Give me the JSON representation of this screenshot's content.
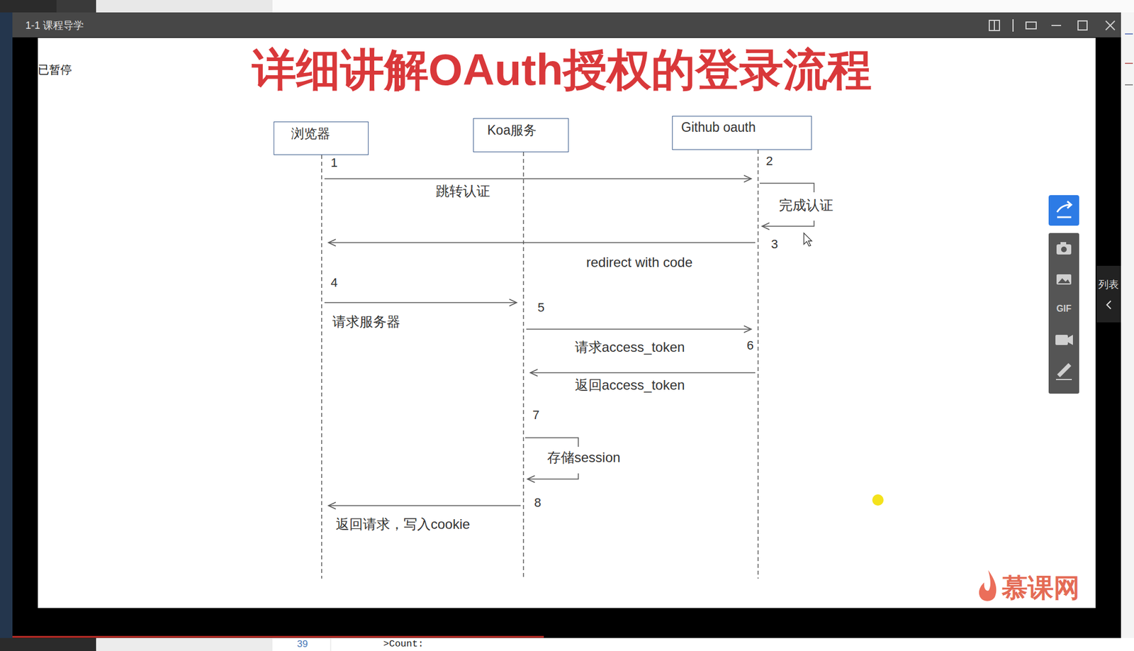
{
  "diagram": {
    "title": "详细讲解OAuth授权的登录流程",
    "nodes": [
      {
        "text": [
          "浏览器"
        ]
      },
      {
        "text": [
          "Koa服务"
        ]
      },
      {
        "text": [
          "Github oauth"
        ]
      }
    ],
    "edges": [
      {
        "from": 0,
        "to": 2,
        "label": "跳转认证",
        "arrow": "to"
      },
      {
        "from": 2,
        "to": 2,
        "label": "完成认证",
        "arrow": "to"
      },
      {
        "from": 2,
        "to": 0,
        "label": "redirect with code",
        "arrow": "to"
      },
      {
        "from": 0,
        "to": 1,
        "label": "请求服务器",
        "arrow": "to"
      },
      {
        "from": 1,
        "to": 2,
        "label": "请求access_token",
        "arrow": "to"
      },
      {
        "from": 2,
        "to": 1,
        "label": "返回access_token",
        "arrow": "to"
      },
      {
        "from": 1,
        "to": 1,
        "label": "存储session",
        "arrow": "to"
      },
      {
        "from": 1,
        "to": 0,
        "label": "返回请求，写入cookie",
        "arrow": "to"
      }
    ],
    "labels": [
      "1",
      "2",
      "3",
      "4",
      "5",
      "6",
      "7",
      "8",
      "1-1 课程导学",
      "已暂停",
      "列表",
      "GIF",
      "慕课网",
      "39",
      ">Count:"
    ]
  }
}
